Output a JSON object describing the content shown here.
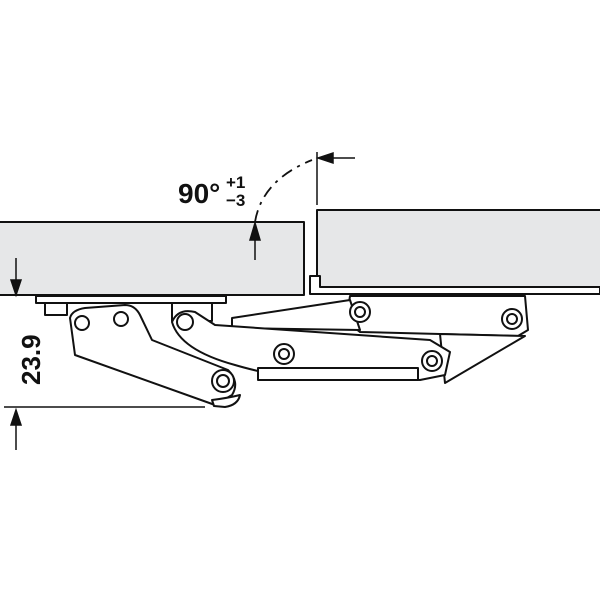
{
  "diagram": {
    "angle": {
      "value": "90°",
      "tol_plus": "+1",
      "tol_minus": "−3"
    },
    "dimension": {
      "value": "23.9"
    },
    "colors": {
      "panel_fill": "#e6e7e8",
      "line": "#111111",
      "background": "#ffffff"
    }
  }
}
